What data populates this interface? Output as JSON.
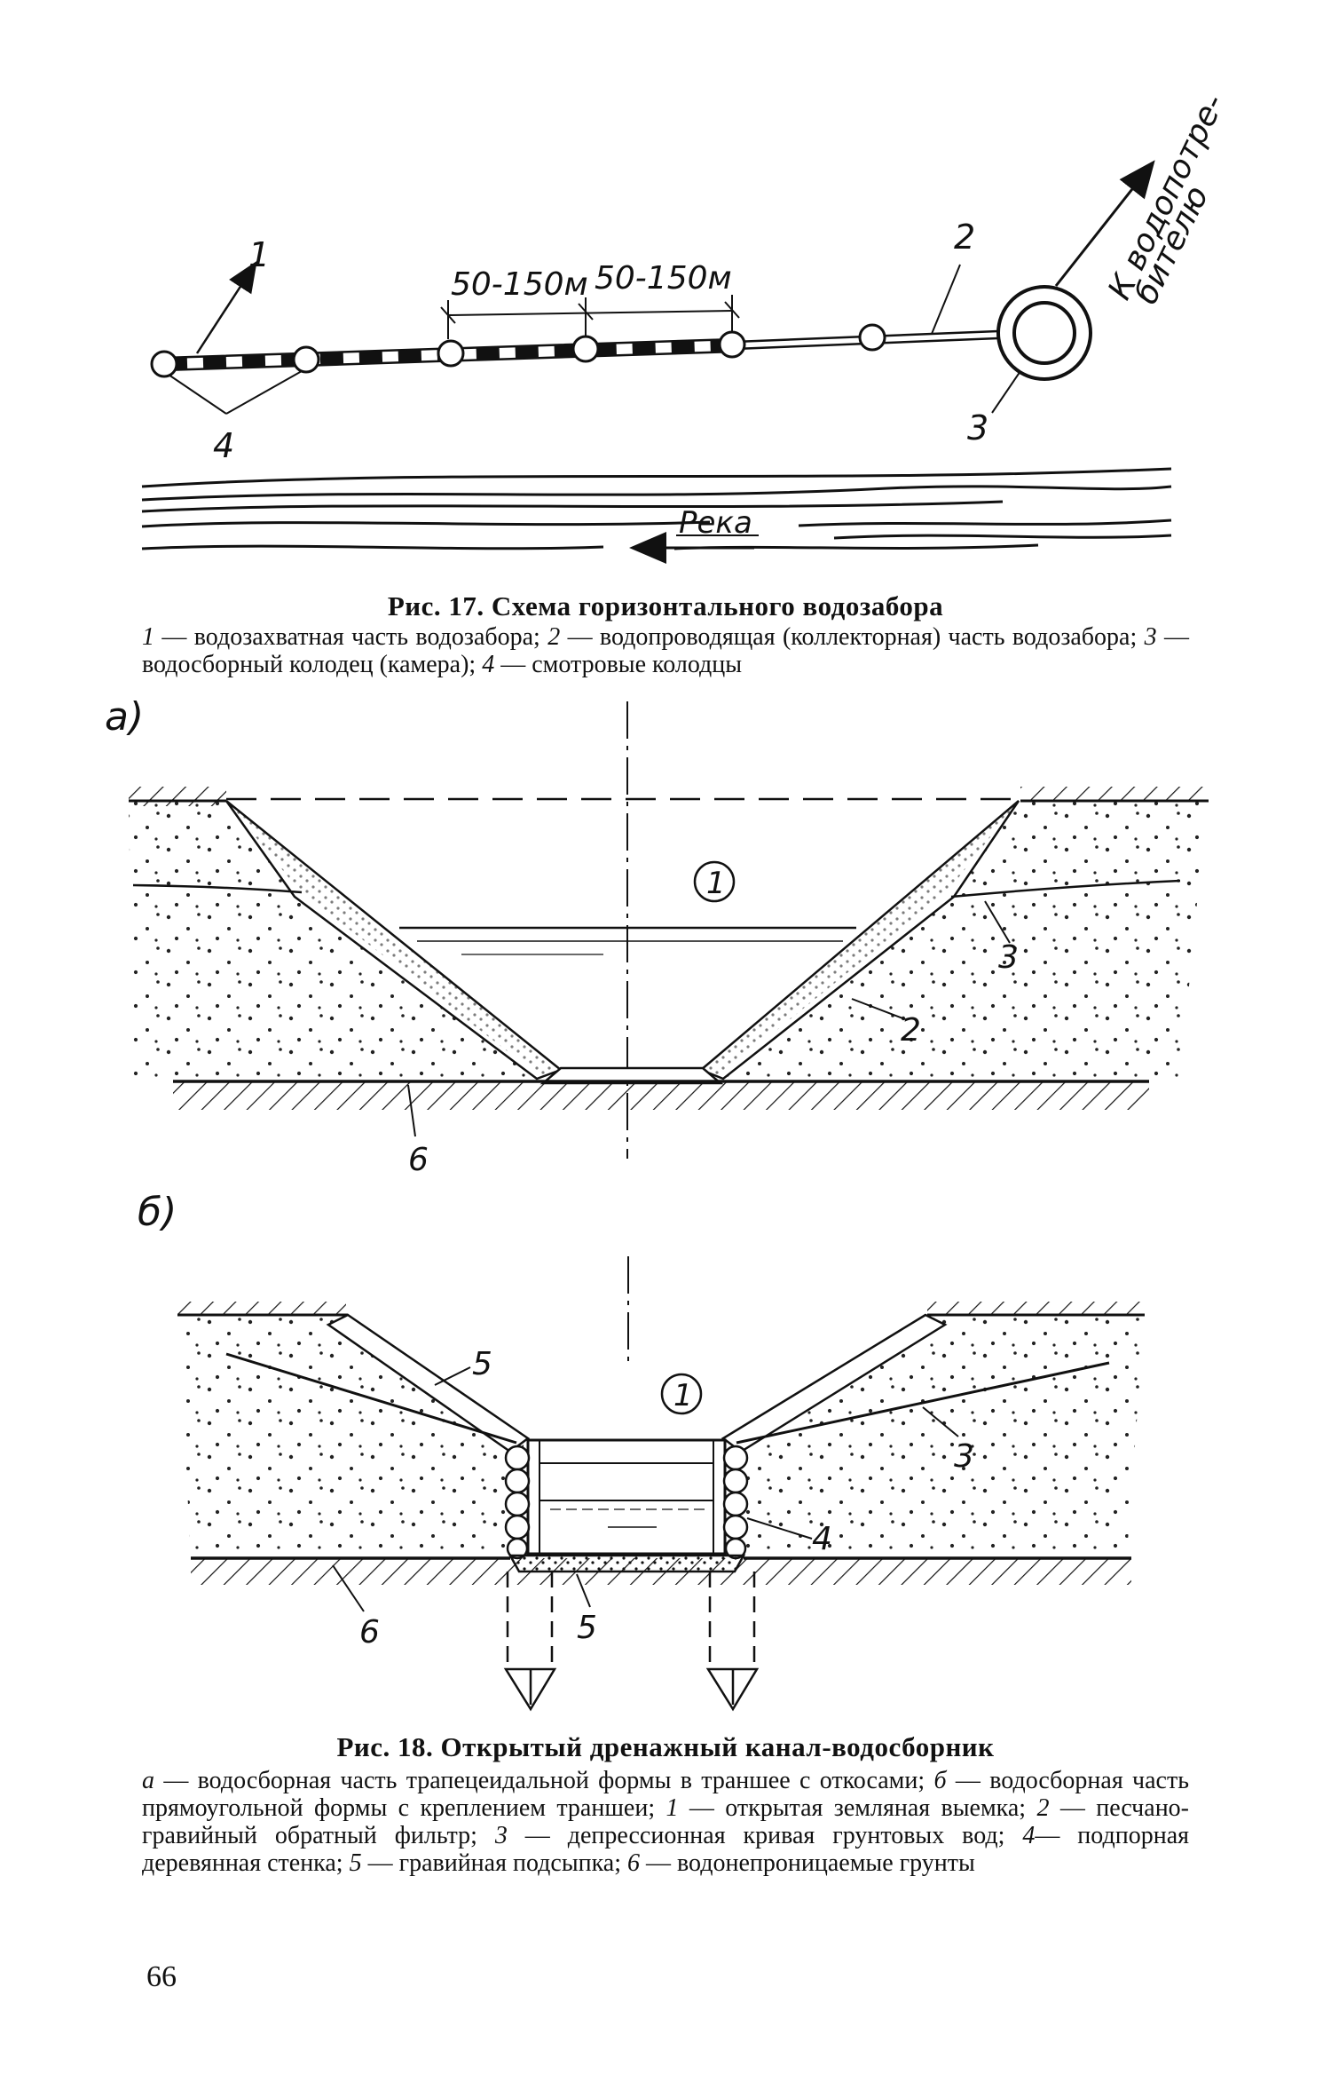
{
  "figure17": {
    "labels": {
      "item1": "1",
      "item2": "2",
      "item3": "3",
      "item4": "4",
      "spacing_a": "50-150м",
      "spacing_b": "50-150м",
      "to_consumer_line1": "К водопотре-",
      "to_consumer_line2": "бителю",
      "river": "Река"
    },
    "title": "Рис. 17. Схема горизонтального водозабора",
    "legend": [
      {
        "num": "1",
        "text": " — водозахватная часть водозабора; "
      },
      {
        "num": "2",
        "text": " — водопроводящая (коллекторная) часть водозабора; "
      },
      {
        "num": "3",
        "text": " — водосборный колодец (камера); "
      },
      {
        "num": "4",
        "text": " — смотровые колодцы"
      }
    ]
  },
  "figure18": {
    "panel_a": {
      "panel_label": "а)",
      "circle_label": "1",
      "label_2": "2",
      "label_3": "3",
      "label_6": "6"
    },
    "panel_b": {
      "panel_label": "б)",
      "circle_label": "1",
      "label_3": "3",
      "label_4": "4",
      "label_5_top": "5",
      "label_5_bottom": "5",
      "label_6": "6"
    },
    "title": "Рис. 18. Открытый дренажный канал-водосборник",
    "legend": [
      {
        "num": "а",
        "text": " — водосборная часть трапецеидальной формы в траншее с откосами; "
      },
      {
        "num": "б",
        "text": " — водосборная часть прямоугольной формы с креплением траншеи; "
      },
      {
        "num": "1",
        "text": " — открытая земляная выемка; "
      },
      {
        "num": "2",
        "text": " — песчано-гравийный обратный фильтр; "
      },
      {
        "num": "3",
        "text": " — депрессионная кривая грунтовых вод; "
      },
      {
        "num": "4",
        "text": "— подпорная деревянная стенка; "
      },
      {
        "num": "5",
        "text": " — гравийная подсыпка; "
      },
      {
        "num": "6",
        "text": " — водонепроницаемые грунты"
      }
    ]
  },
  "page_number": "66"
}
